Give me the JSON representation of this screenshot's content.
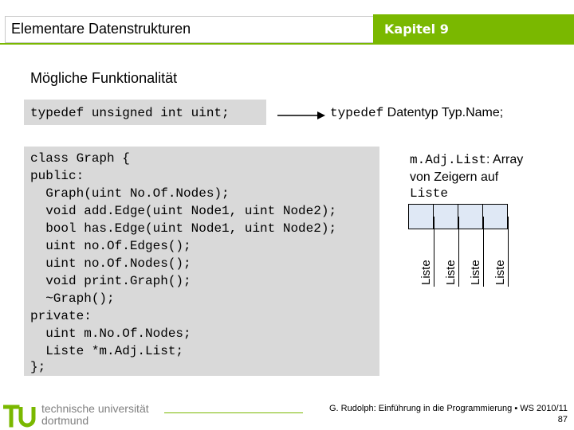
{
  "header": {
    "title": "Elementare Datenstrukturen",
    "chapter": "Kapitel 9",
    "accent_color": "#7ab800"
  },
  "section_title": "Mögliche Funktionalität",
  "typedef_example": "typedef unsigned int uint;",
  "typedef_pattern": {
    "keyword": "typedef",
    "rest": " Datentyp Typ.Name;"
  },
  "class_code": [
    "class Graph {",
    "public:",
    "  Graph(uint No.Of.Nodes);",
    "  void add.Edge(uint Node1, uint Node2);",
    "  bool has.Edge(uint Node1, uint Node2);",
    "  uint no.Of.Edges();",
    "  uint no.Of.Nodes();",
    "  void print.Graph();",
    "  ~Graph();",
    "private:",
    "  uint m.No.Of.Nodes;",
    "  Liste *m.Adj.List;",
    "};"
  ],
  "adj_list": {
    "name": "m.Adj.List",
    "suffix": ": Array",
    "line2": "von Zeigern auf",
    "line3": "Liste",
    "cell_color": "#dfe8f5",
    "cell_labels": [
      "Liste",
      "Liste",
      "Liste",
      "Liste"
    ]
  },
  "footer": {
    "logo_line1": "technische universität",
    "logo_line2": "dortmund",
    "citation": "G. Rudolph: Einführung in die Programmierung ▪ WS 2010/11",
    "page_number": "87"
  }
}
